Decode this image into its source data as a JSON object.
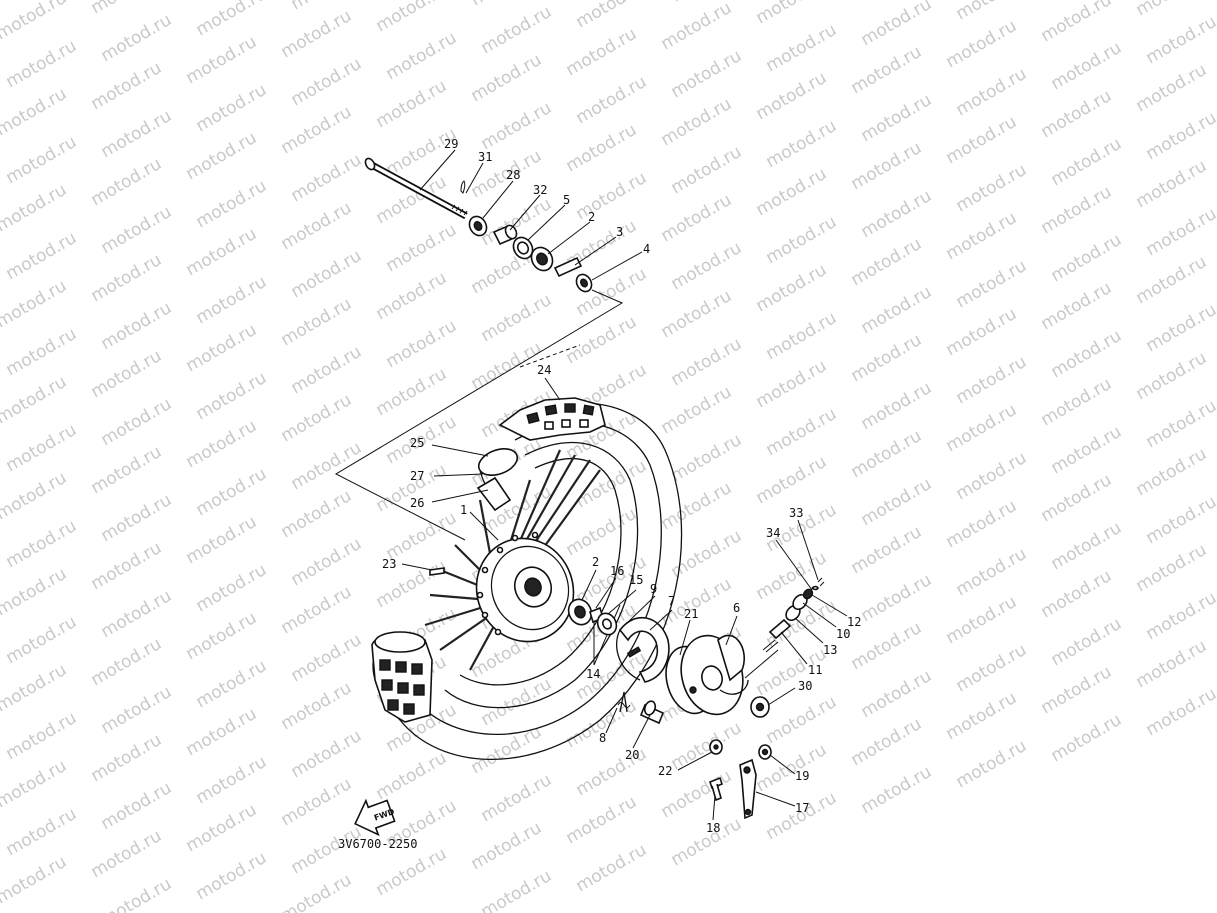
{
  "watermark": {
    "text": "motod.ru"
  },
  "diagram": {
    "code": "3V6700-2250",
    "fwd_text": "FWD",
    "callouts": [
      {
        "id": "29",
        "label": "29"
      },
      {
        "id": "31",
        "label": "31"
      },
      {
        "id": "28",
        "label": "28"
      },
      {
        "id": "32",
        "label": "32"
      },
      {
        "id": "5",
        "label": "5"
      },
      {
        "id": "2a",
        "label": "2"
      },
      {
        "id": "3",
        "label": "3"
      },
      {
        "id": "4",
        "label": "4"
      },
      {
        "id": "24",
        "label": "24"
      },
      {
        "id": "25",
        "label": "25"
      },
      {
        "id": "27",
        "label": "27"
      },
      {
        "id": "26",
        "label": "26"
      },
      {
        "id": "1",
        "label": "1"
      },
      {
        "id": "23",
        "label": "23"
      },
      {
        "id": "2b",
        "label": "2"
      },
      {
        "id": "16",
        "label": "16"
      },
      {
        "id": "15",
        "label": "15"
      },
      {
        "id": "9",
        "label": "9"
      },
      {
        "id": "7",
        "label": "7"
      },
      {
        "id": "21",
        "label": "21"
      },
      {
        "id": "6",
        "label": "6"
      },
      {
        "id": "14",
        "label": "14"
      },
      {
        "id": "33",
        "label": "33"
      },
      {
        "id": "34",
        "label": "34"
      },
      {
        "id": "12",
        "label": "12"
      },
      {
        "id": "10",
        "label": "10"
      },
      {
        "id": "13",
        "label": "13"
      },
      {
        "id": "11",
        "label": "11"
      },
      {
        "id": "30",
        "label": "30"
      },
      {
        "id": "8",
        "label": "8"
      },
      {
        "id": "20",
        "label": "20"
      },
      {
        "id": "22",
        "label": "22"
      },
      {
        "id": "19",
        "label": "19"
      },
      {
        "id": "18",
        "label": "18"
      },
      {
        "id": "17",
        "label": "17"
      }
    ]
  }
}
